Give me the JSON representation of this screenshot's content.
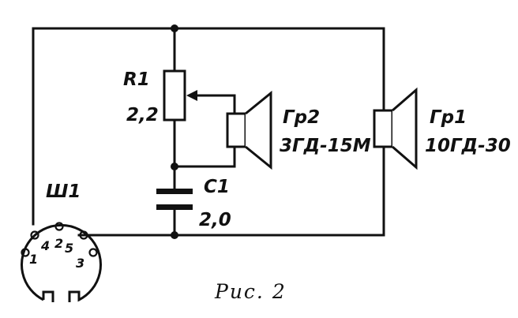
{
  "components": {
    "r1": {
      "ref": "R1",
      "value": "2,2"
    },
    "c1": {
      "ref": "C1",
      "value": "2,0"
    },
    "gr2": {
      "ref": "Гр2",
      "model": "3ГД-15М"
    },
    "gr1": {
      "ref": "Гр1",
      "model": "10ГД-30"
    },
    "sh1": {
      "ref": "Ш1",
      "pins": [
        "1",
        "4",
        "2",
        "5",
        "3"
      ]
    }
  },
  "caption": "Рис. 2"
}
